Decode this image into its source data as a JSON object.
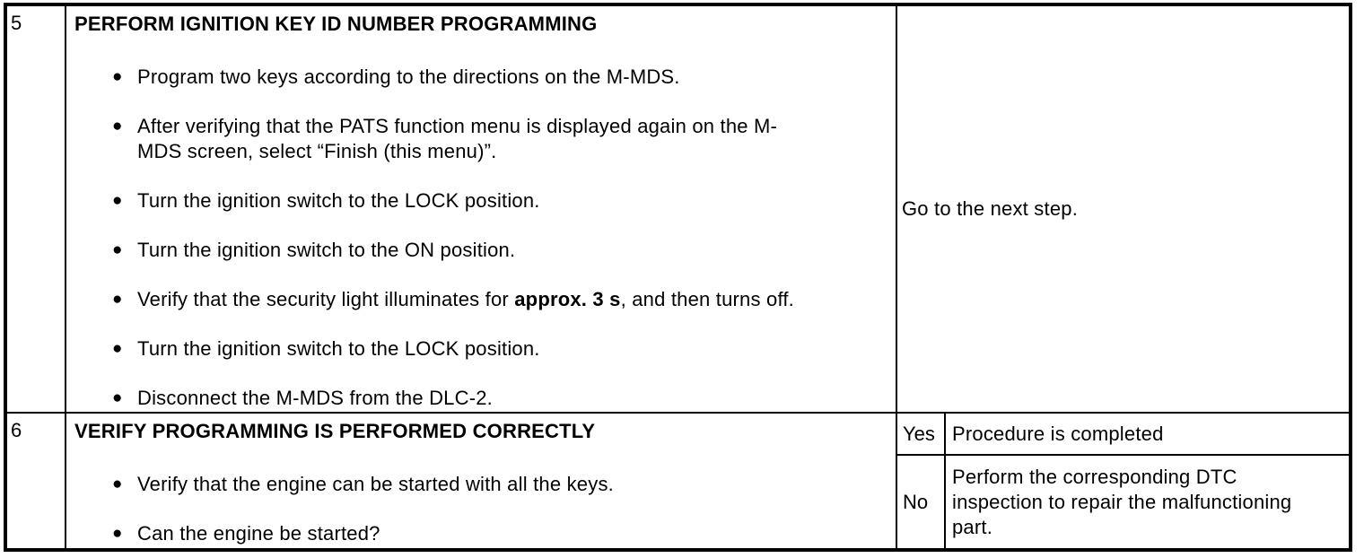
{
  "ui": {
    "bullet_glyph": "●"
  },
  "colors": {
    "text": "#000000",
    "background": "#ffffff",
    "border": "#000000"
  },
  "table": {
    "rows": [
      {
        "step": "5",
        "title": "PERFORM IGNITION KEY ID NUMBER PROGRAMMING",
        "bullets": [
          "Program two keys according to the directions on the M-MDS.",
          "After verifying that the PATS function menu is displayed again on the M-MDS screen, select “Finish (this menu)”.",
          "Turn the ignition switch to the LOCK position.",
          "Turn the ignition switch to the ON position.",
          {
            "prefix": "Verify that the security light illuminates for ",
            "bold": "approx. 3 s",
            "suffix": ", and then turns off."
          },
          "Turn the ignition switch to the LOCK position.",
          "Disconnect the M-MDS from the DLC-2."
        ],
        "result": "Go to the next step."
      },
      {
        "step": "6",
        "title": "VERIFY PROGRAMMING IS PERFORMED CORRECTLY",
        "bullets": [
          "Verify that the engine can be started with all the keys.",
          "Can the engine be started?"
        ],
        "results": [
          {
            "answer": "Yes",
            "action": "Procedure is completed"
          },
          {
            "answer": "No",
            "action": "Perform the corresponding DTC inspection to repair the malfunctioning part."
          }
        ]
      }
    ]
  }
}
